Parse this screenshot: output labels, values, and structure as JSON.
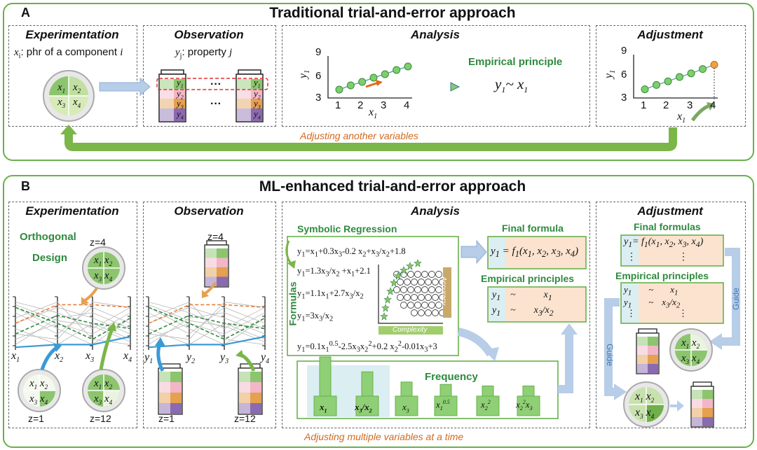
{
  "sectionA": {
    "label": "A",
    "title": "Traditional trial-and-error approach",
    "experimentation": {
      "title": "Experimentation",
      "caption_var": "x",
      "caption_sub": "i",
      "caption_text": ": phr of a component ",
      "caption_i": "i",
      "dish": [
        "x1",
        "x2",
        "x3",
        "x4"
      ]
    },
    "observation": {
      "title": "Observation",
      "caption_var": "y",
      "caption_sub": "j",
      "caption_text": ": property ",
      "caption_j": "j",
      "dots": "···"
    },
    "analysis": {
      "title": "Analysis",
      "y_ticks": [
        "9",
        "6",
        "3"
      ],
      "x_ticks": [
        "1",
        "2",
        "3",
        "4"
      ],
      "ylabel": "y1",
      "xlabel": "x1",
      "principle_title": "Empirical principle",
      "principle": "y1~ x1"
    },
    "adjustment": {
      "title": "Adjustment",
      "y_ticks": [
        "9",
        "6",
        "3"
      ],
      "x_ticks": [
        "1",
        "2",
        "3",
        "4"
      ],
      "ylabel": "y1",
      "xlabel": "x1"
    },
    "loop_label": "Adjusting another variables"
  },
  "sectionB": {
    "label": "B",
    "title": "ML-enhanced trial-and-error approach",
    "experimentation": {
      "title": "Experimentation",
      "design_line1": "Orthogonal",
      "design_line2": "Design",
      "z_top": "z=4",
      "z_left": "z=1",
      "z_right": "z=12",
      "axes": [
        "x1",
        "x2",
        "x3",
        "x4"
      ]
    },
    "observation": {
      "title": "Observation",
      "z_top": "z=4",
      "z_left": "z=1",
      "z_right": "z=12",
      "axes": [
        "y1",
        "y2",
        "y3",
        "y4"
      ]
    },
    "analysis": {
      "title": "Analysis",
      "symbolic": "Symbolic Regression",
      "formulas_label": "Formulas",
      "formulas": [
        "y1=x1+0.3x3-0.2 x2+x3/x2+1.8",
        "y1=1.3x3/x2 +x1+2.1",
        "y1=1.1x1+2.7x3/x2",
        "y1=3x3/x2",
        "y1=0.1x1^0.5-2.5x3x2^2+0.2 x2^2-0.01x3+3"
      ],
      "accuracy": "Accuracy",
      "complexity": "Complexity",
      "final_formula_title": "Final formula",
      "final_formula": "y1 = f1(x1, x2, x3, x4)",
      "empirical_title": "Empirical principles",
      "empirical": [
        {
          "left": "y1",
          "sym": "~",
          "right": "x1"
        },
        {
          "left": "y1",
          "sym": "~",
          "right": "x3/x2"
        }
      ],
      "frequency_title": "Frequency",
      "frequency": [
        {
          "label": "x1",
          "value": 1.0
        },
        {
          "label": "x3/x2",
          "value": 0.62
        },
        {
          "label": "x3",
          "value": 0.36
        },
        {
          "label": "x1^0.5",
          "value": 0.3
        },
        {
          "label": "x2^2",
          "value": 0.26
        },
        {
          "label": "x2^2x3",
          "value": 0.26
        }
      ]
    },
    "adjustment": {
      "title": "Adjustment",
      "final_title": "Final formulas",
      "final_formula": "y1= f1(x1, x2, x3, x4)",
      "dots_v": "⋮",
      "empirical_title": "Empirical principles",
      "empirical": [
        {
          "left": "y1",
          "sym": "~",
          "right": "x1"
        },
        {
          "left": "y1",
          "sym": "~",
          "right": "x3/x2"
        }
      ],
      "guide": "Guide"
    },
    "loop_label": "Adjusting multiple variables at a time"
  },
  "colors": {
    "frame_green": "#6ab04c",
    "text_green": "#2e8a3e",
    "arrow_blue": "#a9c4e4",
    "point_green": "#7ccf6b",
    "point_orange": "#f0a040",
    "band_green": "#8cc56e",
    "band_pink": "#f2b6c6",
    "band_orange": "#e5a050",
    "band_purple": "#8a6ab0",
    "bar_green": "#8fcf75",
    "cell_blue": "#dbeef2",
    "cell_peach": "#fbe3cf"
  }
}
